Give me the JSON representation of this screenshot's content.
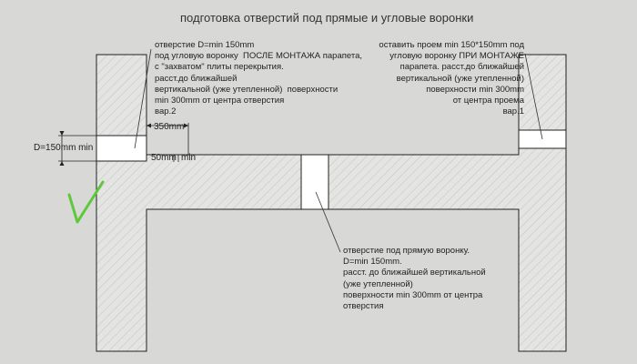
{
  "title": "подготовка отверстий под прямые и угловые воронки",
  "note_left": "отверстие D=min 150mm\nпод угловую воронку  ПОСЛЕ МОНТАЖА парапета,\nс \"захватом\" плиты перекрытия.\nрасст.до ближайшей\nвертикальной (уже утепленной)  поверхности\nmin 300mm от центра отверстия\nвар.2",
  "note_right": "оставить проем min 150*150mm под\nугловую воронку ПРИ МОНТАЖЕ\nпарапета. расст.до ближайшей\nвертикальной (уже утепленной)\nповерхности min 300mm\nот центра проема\nвар.1",
  "note_center": "отверстие под прямую воронку.\nD=min 150mm.\nрасст. до ближайшей вертикальной\n(уже утепленной)\nповерхности min 300mm от центра\nотверстия",
  "dim_d": "D=150mm min",
  "dim_350": "350mm",
  "dim_50": "50mm",
  "dim_min": "min",
  "colors": {
    "background": "#d8d8d6",
    "line": "#222222",
    "check": "#5cc83a"
  },
  "icons": {
    "check": "checkmark-icon"
  }
}
